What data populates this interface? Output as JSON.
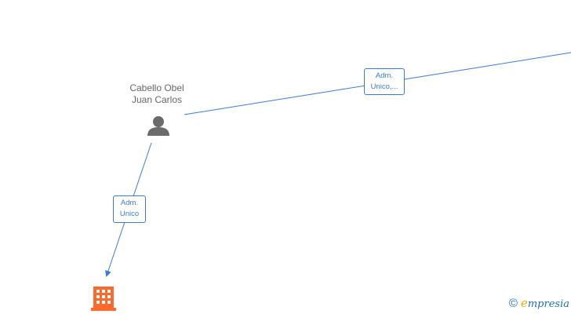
{
  "person": {
    "name_line1": "Cabello Obel",
    "name_line2": "Juan Carlos",
    "icon": "person-icon"
  },
  "company": {
    "icon": "building-icon"
  },
  "edges": [
    {
      "id": "edge-right",
      "label_line1": "Adm.",
      "label_line2": "Unico,..."
    },
    {
      "id": "edge-down",
      "label_line1": "Adm.",
      "label_line2": "Unico"
    }
  ],
  "colors": {
    "edge": "#3a7bd5",
    "person_icon": "#6b6b6b",
    "building_icon": "#ff6a2b",
    "label_text": "#666666"
  },
  "watermark": {
    "copyright": "©",
    "brand_initial": "e",
    "brand_rest": "mpresia"
  }
}
